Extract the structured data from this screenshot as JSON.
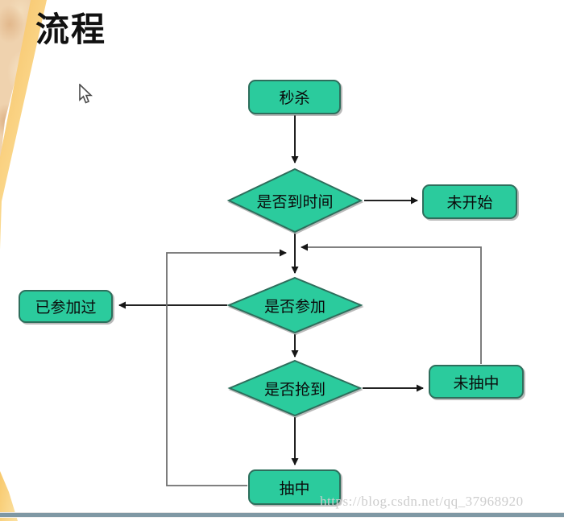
{
  "title": "流程",
  "watermark": "https://blog.csdn.net/qq_37968920",
  "colors": {
    "node_fill": "#2bcb9d",
    "node_border": "#2e6e5c",
    "flow_line": "#222222",
    "feedback_line": "#6f6f6f",
    "title_text": "#111111",
    "bottom_bar": "#7f98a4",
    "left_swoosh_gold": "#f6bf62",
    "left_swoosh_texture": "#efd2ae",
    "watermark_text": "#cdcdcd"
  },
  "flowchart": {
    "nodes": [
      {
        "id": "start",
        "type": "rect",
        "label": "秒杀"
      },
      {
        "id": "check-time",
        "type": "diamond",
        "label": "是否到时间"
      },
      {
        "id": "not-started",
        "type": "rect",
        "label": "未开始"
      },
      {
        "id": "check-join",
        "type": "diamond",
        "label": "是否参加"
      },
      {
        "id": "participated",
        "type": "rect",
        "label": "已参加过"
      },
      {
        "id": "check-grab",
        "type": "diamond",
        "label": "是否抢到"
      },
      {
        "id": "not-drawn",
        "type": "rect",
        "label": "未抽中"
      },
      {
        "id": "drawn",
        "type": "rect",
        "label": "抽中"
      }
    ],
    "edges": [
      {
        "from": "start",
        "to": "check-time"
      },
      {
        "from": "check-time",
        "to": "not-started"
      },
      {
        "from": "check-time",
        "to": "check-join"
      },
      {
        "from": "check-join",
        "to": "participated"
      },
      {
        "from": "check-join",
        "to": "check-grab"
      },
      {
        "from": "check-grab",
        "to": "not-drawn"
      },
      {
        "from": "check-grab",
        "to": "drawn"
      },
      {
        "from": "not-drawn",
        "to": "check-join",
        "style": "feedback"
      },
      {
        "from": "drawn",
        "to": "check-join",
        "style": "feedback"
      }
    ]
  },
  "cursor": "arrow-pointer"
}
